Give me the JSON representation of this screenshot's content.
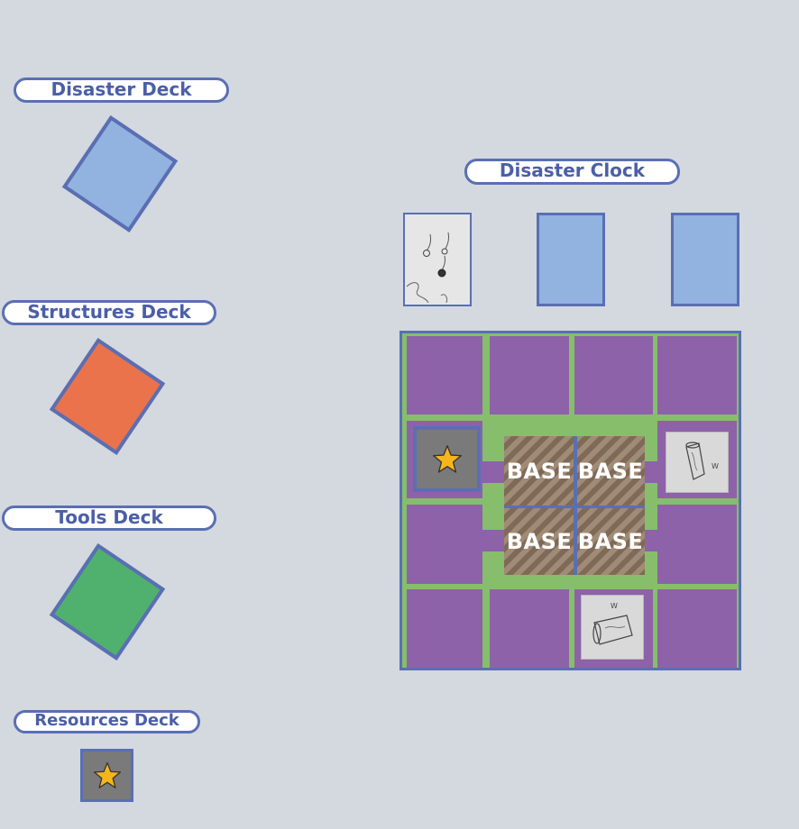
{
  "decks": {
    "disaster": {
      "label": "Disaster Deck",
      "color": "#92b2e0"
    },
    "structures": {
      "label": "Structures Deck",
      "color": "#ea734c"
    },
    "tools": {
      "label": "Tools Deck",
      "color": "#50b06e"
    },
    "resources": {
      "label": "Resources Deck",
      "icon": "star-icon"
    }
  },
  "clock": {
    "label": "Disaster Clock",
    "cards": [
      "meteor-sketch-card",
      "face-down-card",
      "face-down-card"
    ]
  },
  "board": {
    "base_labels": [
      "BASE",
      "BASE",
      "BASE",
      "BASE"
    ],
    "cell_color": "#8d62a8",
    "path_color": "#86be6b",
    "tiles": [
      {
        "row": 2,
        "col": 1,
        "kind": "resource",
        "icon": "star-icon"
      },
      {
        "row": 2,
        "col": 4,
        "kind": "sketch",
        "label": "W",
        "icon": "wood-log-icon"
      },
      {
        "row": 4,
        "col": 3,
        "kind": "sketch",
        "label": "W",
        "icon": "wood-log-icon"
      }
    ]
  }
}
